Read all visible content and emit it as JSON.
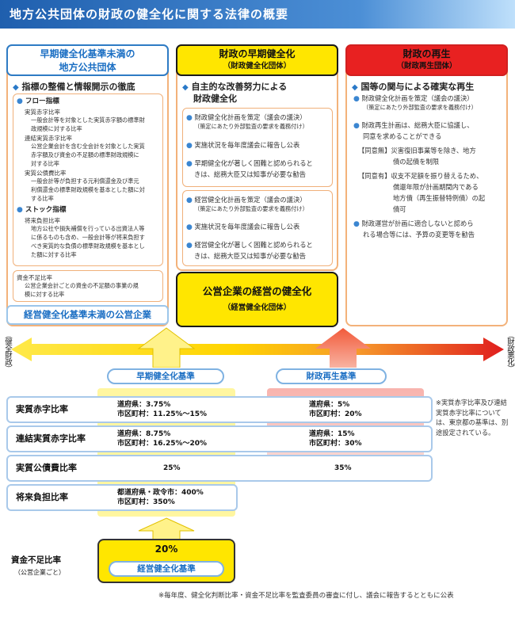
{
  "title": "地方公共団体の財政の健全化に関する法律の概要",
  "col1": {
    "header1": "早期健全化基準未満の",
    "header2": "地方公共団体",
    "section": "指標の整備と情報開示の徹底",
    "flow": "フロー指標",
    "lines": [
      "実質赤字比率",
      "一般会計等を対象とした実質赤字額の標準財",
      "政規模に対する比率",
      "連結実質赤字比率",
      "公営企業会計を含む全会計を対象とした実質",
      "赤字額及び資金の不足額の標準財政規模に",
      "対する比率",
      "実質公債費比率",
      "一般会計等が負担する元利償還金及び準元",
      "利償還金の標準財政規模を基本とした額に対",
      "する比率"
    ],
    "stock": "ストック指標",
    "stock_lines": [
      "将来負担比率",
      "地方公社や損失補償を行っている出資法人等",
      "に係るものも含め、一般会計等が将来負担す",
      "べき実質的な負債の標準財政規模を基本とし",
      "た額に対する比率"
    ],
    "shikin_lines": [
      "資金不足比率",
      "公営企業会計ごとの資金の不足額の事業の規",
      "模に対する比率"
    ],
    "banner": "経営健全化基準未満の公営企業"
  },
  "col2": {
    "header1": "財政の早期健全化",
    "header2": "（財政健全化団体）",
    "section1": "自主的な改善努力による",
    "section2": "財政健全化",
    "a": [
      "財政健全化計画を策定（議会の議決）",
      "（策定にあたり外部監査の要求を義務付け）",
      "実施状況を毎年度議会に報告し公表",
      "早期健全化が著しく困難と認められると",
      "きは、総務大臣又は知事が必要な勧告"
    ],
    "b": [
      "経営健全化計画を策定（議会の議決）",
      "（策定にあたり外部監査の要求を義務付け）",
      "実施状況を毎年度議会に報告し公表",
      "経営健全化が著しく困難と認められると",
      "きは、総務大臣又は知事が必要な勧告"
    ],
    "box_title": "公営企業の経営の健全化",
    "box_sub": "（経営健全化団体）"
  },
  "col3": {
    "header1": "財政の再生",
    "header2": "（財政再生団体）",
    "section": "国等の関与による確実な再生",
    "lines": [
      "財政健全化計画を策定（議会の議決）",
      "（策定にあたり外部監査の要求を義務付け）",
      "財政再生計画は、総務大臣に協議し、",
      "同意を求めることができる",
      "【同意無】災害復旧事業等を除き、地方",
      "債の起債を制限",
      "【同意有】収支不足額を振り替えるため、",
      "償還年限が計画期間内である",
      "地方債（再生振替特例債）の起",
      "債可",
      "財政運営が計画に適合しないと認めら",
      "れる場合等には、予算の変更等を勧告"
    ]
  },
  "axis": {
    "left": "（健全財政）",
    "right": "（財政悪化）"
  },
  "label_early": "早期健全化基準",
  "label_rebuild": "財政再生基準",
  "rows": [
    {
      "name": "実質赤字比率",
      "early1": "道府県：3.75%",
      "early2": "市区町村：11.25%～15%",
      "re1": "道府県：5%",
      "re2": "市区町村：20%"
    },
    {
      "name": "連結実質赤字比率",
      "early1": "道府県：8.75%",
      "early2": "市区町村：16.25%～20%",
      "re1": "道府県：15%",
      "re2": "市区町村：30%"
    },
    {
      "name": "実質公債費比率",
      "early1": "25%",
      "early2": "",
      "re1": "35%",
      "re2": ""
    },
    {
      "name": "将来負担比率",
      "early1": "都道府県・政令市：400%",
      "early2": "市区町村：350%",
      "re1": "",
      "re2": ""
    }
  ],
  "note1": "※実質赤字比率及び連結実質赤字比率については、東京都の基準は、別途設定されている。",
  "shikin": "資金不足比率",
  "shikin_sub": "（公営企業ごと）",
  "bottom_value": "20%",
  "bottom_label": "経営健全化基準",
  "note2": "※毎年度、健全化判断比率・資金不足比率を監査委員の審査に付し、議会に報告するとともに公表",
  "colors": {
    "blue": "#1f5fae",
    "yellow": "#ffe600",
    "red": "#e82121",
    "orange": "#f3b27a"
  }
}
